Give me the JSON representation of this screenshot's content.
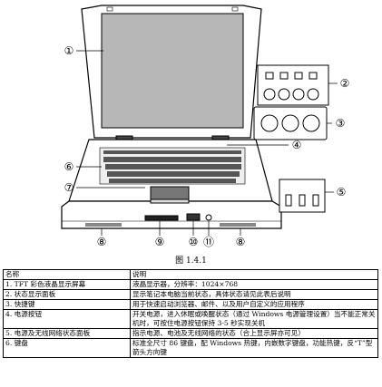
{
  "figure": {
    "callouts": [
      "①",
      "②",
      "③",
      "④",
      "⑤",
      "⑥",
      "⑦",
      "⑧",
      "⑨",
      "⑩",
      "⑪",
      "⑧"
    ],
    "caption": "图 1.4.1"
  },
  "table": {
    "headers": [
      "名称",
      "说明"
    ],
    "rows": [
      {
        "name": "1. TFT 彩色液晶显示屏幕",
        "desc": "液晶显示器，分辨率：1024×768"
      },
      {
        "name": "2. 状态显示面板",
        "desc": "显示笔记本电脑当前状态，具体状态请见此表后说明"
      },
      {
        "name": "3. 快捷键",
        "desc": "用于快速启动浏览器、邮件、以及用户自定义的应用程序"
      },
      {
        "name": "4. 电源按钮",
        "desc": "开关电源，进入休眠或唤醒状态（通过 Windows 电源管理设置）当不能正常关机时，可按住电源按钮保持 3-5 秒实现关机"
      },
      {
        "name": "5. 电源及无线网络状态面板",
        "desc": "指示电源、电池及无线网络的状态（合上显示屏亦可见）"
      },
      {
        "name": "6. 键盘",
        "desc": "标准全尺寸 86 键盘，配 Windows 热键，内嵌数字键盘，功能热键，反“T”型箭头方向键"
      }
    ]
  }
}
